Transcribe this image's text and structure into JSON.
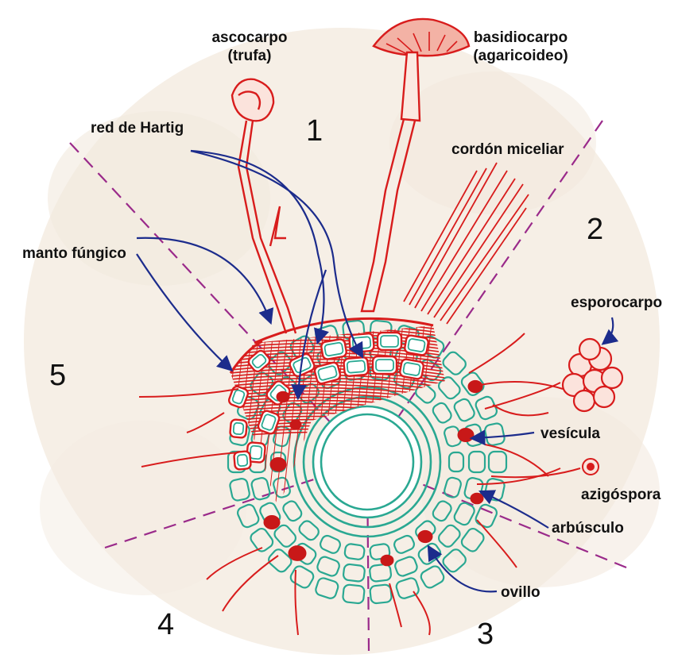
{
  "labels": {
    "ascocarpo": "ascocarpo",
    "trufa": "(trufa)",
    "basidiocarpo": "basidiocarpo",
    "agaricoideo": "(agaricoideo)",
    "red_de_hartig": "red de Hartig",
    "cordon_miceliar": "cordón miceliar",
    "manto_fungico": "manto fúngico",
    "esporocarpo": "esporocarpo",
    "vesicula": "vesícula",
    "azigospora": "azigóspora",
    "arbusculo": "arbúsculo",
    "ovillo": "ovillo"
  },
  "sectors": [
    "1",
    "2",
    "3",
    "4",
    "5"
  ],
  "colors": {
    "background": "#f6efe6",
    "fungus": "#d81c1c",
    "plant_cells": "#2aa892",
    "arrows": "#1c2c8c",
    "dividers": "#9a2a8a"
  }
}
